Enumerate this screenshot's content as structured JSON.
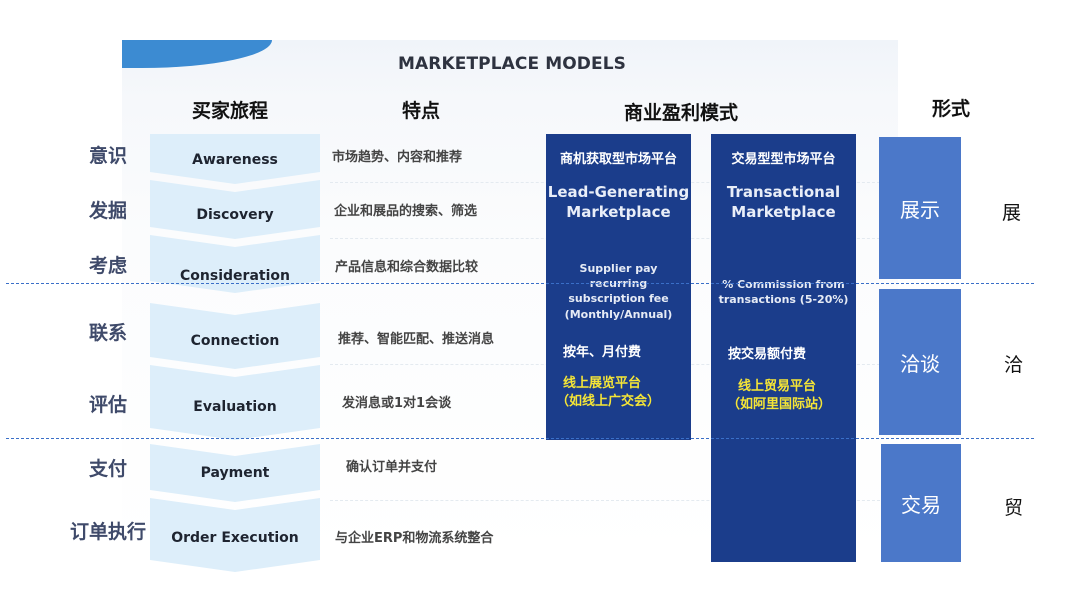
{
  "title": "MARKETPLACE MODELS",
  "headers": {
    "journey": "买家旅程",
    "features": "特点",
    "models": "商业盈利模式",
    "form": "形式"
  },
  "stages": [
    {
      "cn": "意识",
      "en": "Awareness",
      "feature": "市场趋势、内容和推荐"
    },
    {
      "cn": "发掘",
      "en": "Discovery",
      "feature": "企业和展品的搜索、筛选"
    },
    {
      "cn": "考虑",
      "en": "Consideration",
      "feature": "产品信息和综合数据比较"
    },
    {
      "cn": "联系",
      "en": "Connection",
      "feature": "推荐、智能匹配、推送消息"
    },
    {
      "cn": "评估",
      "en": "Evaluation",
      "feature": "发消息或1对1会谈"
    },
    {
      "cn": "支付",
      "en": "Payment",
      "feature": "确认订单并支付"
    },
    {
      "cn": "订单执行",
      "en": "Order Execution",
      "feature": "与企业ERP和物流系统整合"
    }
  ],
  "models": {
    "lead": {
      "title_cn": "商机获取型市场平台",
      "title_en_1": "Lead-Generating",
      "title_en_2": "Marketplace",
      "fee_1": "Supplier pay",
      "fee_2": "recurring",
      "fee_3": "subscription fee",
      "fee_4": "(Monthly/Annual)",
      "pay_cn": "按年、月付费",
      "example_1": "线上展览平台",
      "example_2": "（如线上广交会）"
    },
    "transactional": {
      "title_cn": "交易型型市场平台",
      "title_en_1": "Transactional",
      "title_en_2": "Marketplace",
      "fee_1": "% Commission from",
      "fee_2": "transactions (5-20%)",
      "pay_cn": "按交易额付费",
      "example_1": "线上贸易平台",
      "example_2": "（如阿里国际站）"
    }
  },
  "forms": [
    {
      "box": "展示",
      "side": "展"
    },
    {
      "box": "洽谈",
      "side": "洽"
    },
    {
      "box": "交易",
      "side": "贸"
    }
  ],
  "colors": {
    "model_bg": "#1b3d8b",
    "form_bg": "#4b78c9",
    "chevron_bg": "#ddeefa",
    "highlight_text": "#f5e536",
    "divider": "#3a6fc8"
  }
}
